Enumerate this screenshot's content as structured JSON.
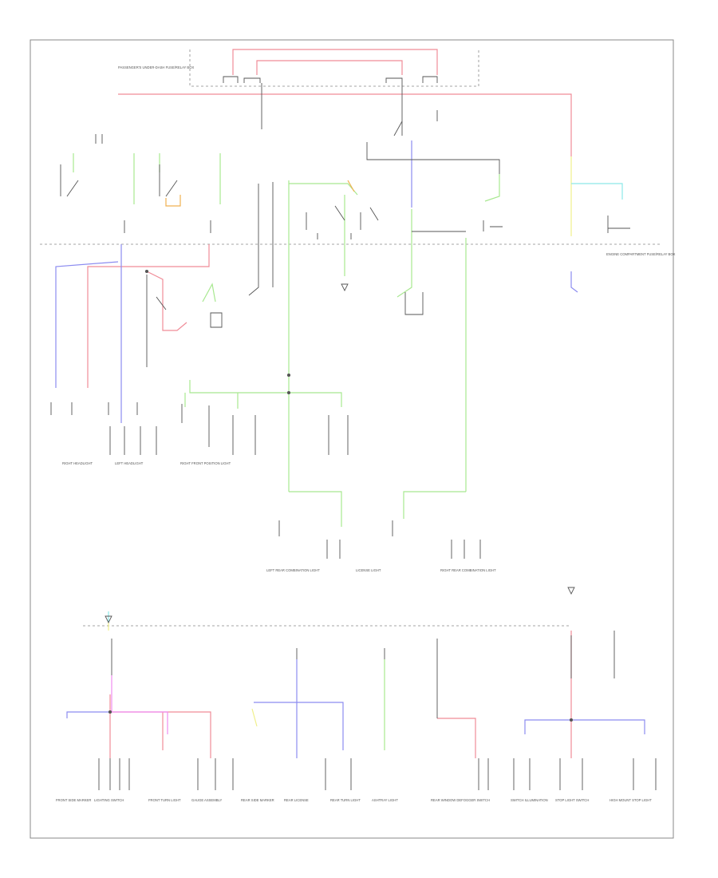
{
  "colors": {
    "red": "#f08c98",
    "green": "#a8e890",
    "blue": "#8c8cf0",
    "pink": "#f08cf0",
    "yellow": "#f0f08c",
    "orange": "#f0b050",
    "cyan": "#8ce8e8",
    "black": "#555555"
  },
  "diagram": {
    "title": "",
    "footer_code": "",
    "header": {
      "fuse_box_label": "PASSENGER'S UNDER-DASH FUSE/RELAY BOX",
      "right_box_label": "ENGINE COMPARTMENT FUSE/RELAY BOX"
    },
    "components": {
      "front_headlight_r": "RIGHT HEADLIGHT",
      "front_headlight_l": "LEFT HEADLIGHT",
      "right_front_pos": "RIGHT FRONT POSITION LIGHT",
      "license": "LICENSE LIGHT",
      "left_rear": "LEFT REAR COMBINATION LIGHT",
      "right_rear": "RIGHT REAR COMBINATION LIGHT",
      "b_front_side": "FRONT SIDE MARKER",
      "b_lighting": "LIGHTING SWITCH",
      "b_front_turn": "FRONT TURN LIGHT",
      "b_gauge": "GAUGE ASSEMBLY",
      "b_rear_side": "REAR SIDE MARKER",
      "b_rear_lic": "REAR LICENSE",
      "b_rear_turn": "REAR TURN LIGHT",
      "b_ashtray": "ASHTRAY LIGHT",
      "b_rear_window": "REAR WINDOW DEFOGGER SWITCH",
      "b_switch_lamp": "SWITCH ILLUMINATION",
      "b_stop": "STOP LIGHT SWITCH",
      "b_ht_stop": "HIGH MOUNT STOP LIGHT"
    }
  }
}
